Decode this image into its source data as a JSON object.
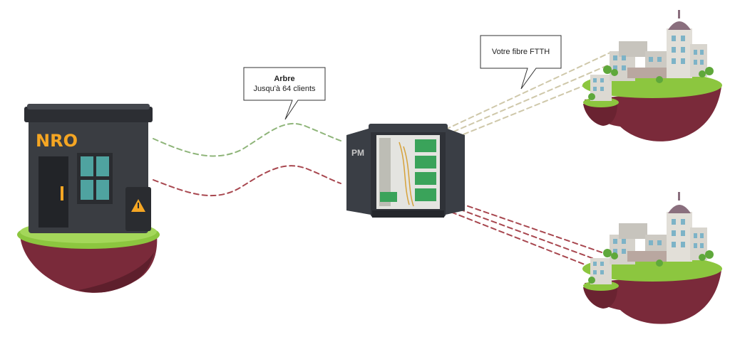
{
  "nodes": {
    "nro": {
      "label": "NRO"
    },
    "pm": {
      "label": "PM"
    }
  },
  "callouts": {
    "tree": {
      "title": "Arbre",
      "subtitle": "Jusqu'à 64 clients"
    },
    "ftth": {
      "text": "Votre fibre FTTH"
    }
  },
  "colors": {
    "line_green": "#8fb57a",
    "line_red": "#a8474f",
    "line_green_light": "#c9c2a4",
    "grass": "#8cc63f",
    "soil": "#7a2a3a",
    "nro_body": "#3a3d42",
    "nro_label": "#f5a623",
    "window": "#4fa3a0",
    "cabinet": "#2f3238",
    "module": "#3aa35a"
  }
}
